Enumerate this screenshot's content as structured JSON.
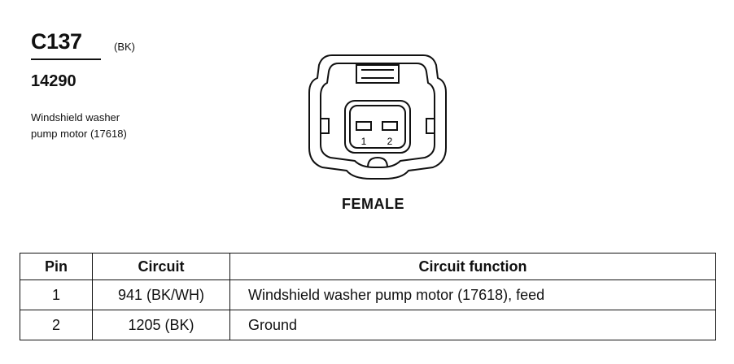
{
  "connector": {
    "id": "C137",
    "color": "(BK)",
    "part_number": "14290",
    "description_line1": "Windshield washer",
    "description_line2": "pump motor (17618)",
    "pin_labels": [
      "1",
      "2"
    ],
    "gender": "FEMALE"
  },
  "table": {
    "headers": [
      "Pin",
      "Circuit",
      "Circuit function"
    ],
    "rows": [
      {
        "pin": "1",
        "circuit": "941 (BK/WH)",
        "function": "Windshield washer pump motor (17618), feed"
      },
      {
        "pin": "2",
        "circuit": "1205 (BK)",
        "function": "Ground"
      }
    ]
  }
}
